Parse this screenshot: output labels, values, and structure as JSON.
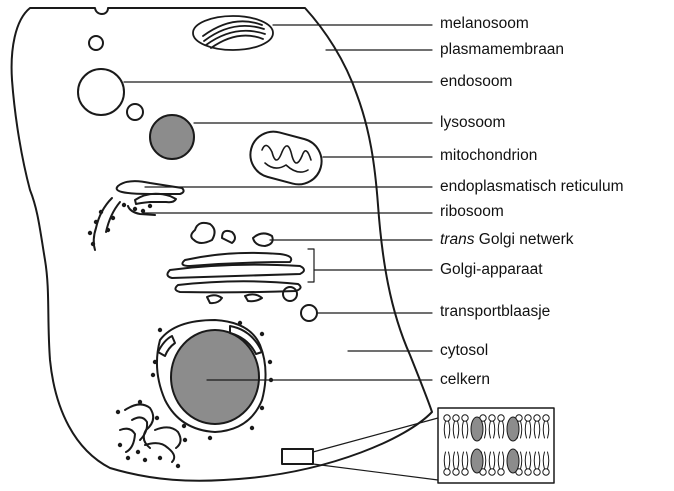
{
  "labels": {
    "melanosome": "melanosoom",
    "plasma_membrane": "plasmamembraan",
    "endosome": "endosoom",
    "lysosome": "lysosoom",
    "mitochondrion": "mitochondrion",
    "er": "endoplasmatisch reticulum",
    "ribosome": "ribosoom",
    "trans_golgi_italic": "trans",
    "trans_golgi_rest": " Golgi netwerk",
    "golgi": "Golgi-apparaat",
    "transport_vesicle": "transportblaasje",
    "cytosol": "cytosol",
    "nucleus": "celkern"
  },
  "colors": {
    "stroke": "#1a1a1a",
    "organelle_fill": "#8c8c8c",
    "background": "#ffffff"
  }
}
